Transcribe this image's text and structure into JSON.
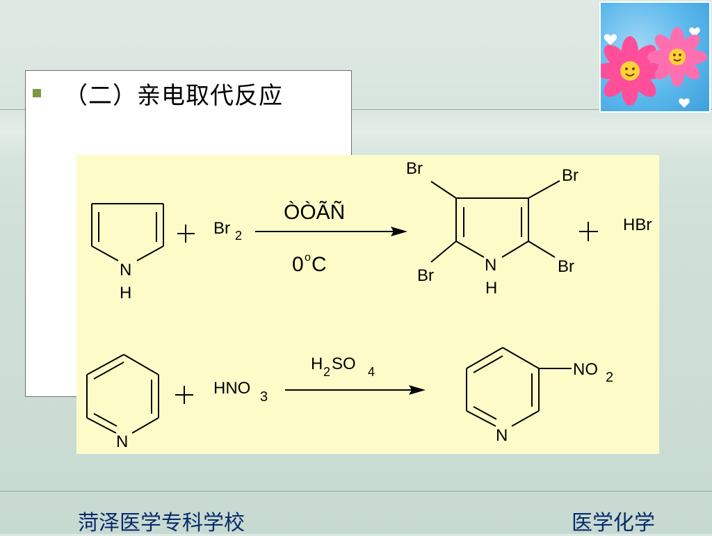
{
  "slide": {
    "heading": "（二）亲电取代反应",
    "footer_left": "菏泽医学专科学校",
    "footer_right": "医学化学"
  },
  "reaction1": {
    "plus1": "+",
    "reagent": "Br",
    "reagent_sub": "2",
    "condition_top": "ÒÒÃÑ",
    "condition_bottom_num": "0",
    "condition_bottom_sup": "o",
    "condition_bottom_unit": "C",
    "product_br_top_left": "Br",
    "product_br_top_right": "Br",
    "product_br_bottom_left": "Br",
    "product_br_bottom_right": "Br",
    "product_n": "N",
    "product_h": "H",
    "reactant_n": "N",
    "reactant_h": "H",
    "plus2": "+",
    "byproduct": "HBr"
  },
  "reaction2": {
    "plus": "+",
    "reagent_main": "HNO",
    "reagent_sub": "3",
    "condition_h": "H",
    "condition_h_sub": "2",
    "condition_so": "SO",
    "condition_so_sub": "4",
    "reactant_n": "N",
    "product_n": "N",
    "substituent_main": "NO",
    "substituent_sub": "2"
  },
  "colors": {
    "panel_background": "#fdfcc9",
    "bullet": "#7d9a42",
    "footer_text": "#0a2a6b"
  },
  "icons": [
    "flower-heart-picture"
  ]
}
